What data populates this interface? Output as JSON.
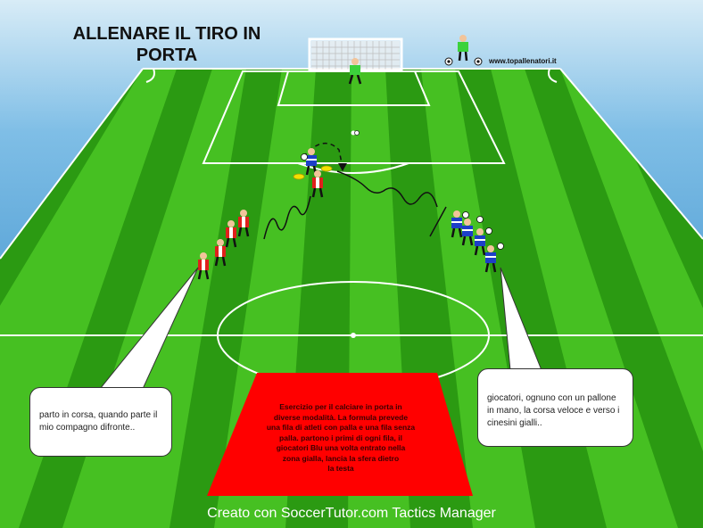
{
  "title_line1": "ALLENARE IL TIRO IN",
  "title_line2": "PORTA",
  "website": "www.topallenatori.it",
  "bubble_left_text": "parto in corsa, quando parte il mio compagno difronte..",
  "bubble_right_text": "giocatori, ognuno con un pallone in mano, la corsa veloce e verso i cinesini gialli..",
  "description_lines": [
    "Esercizio per il calciare in porta in",
    "diverse modalità. La formula prevede",
    "una fila di atleti con palla e una fila senza",
    "palla.  partono i primi di ogni fila, il",
    "giocatori Blu  una volta  entrato nella",
    "zona gialla, lancia la sfera dietro",
    "la testa"
  ],
  "footer": "Creato con SoccerTutor.com Tactics Manager",
  "colors": {
    "pitch_dark": "#2b9a12",
    "pitch_light": "#48c323",
    "border_blue": "#2f8fd0",
    "team_red": "#e0201c",
    "team_blue": "#1d3fc8",
    "cone_yellow": "#f3e000",
    "goalkeeper_green": "#3cd23c",
    "note_red": "#ff0000"
  }
}
